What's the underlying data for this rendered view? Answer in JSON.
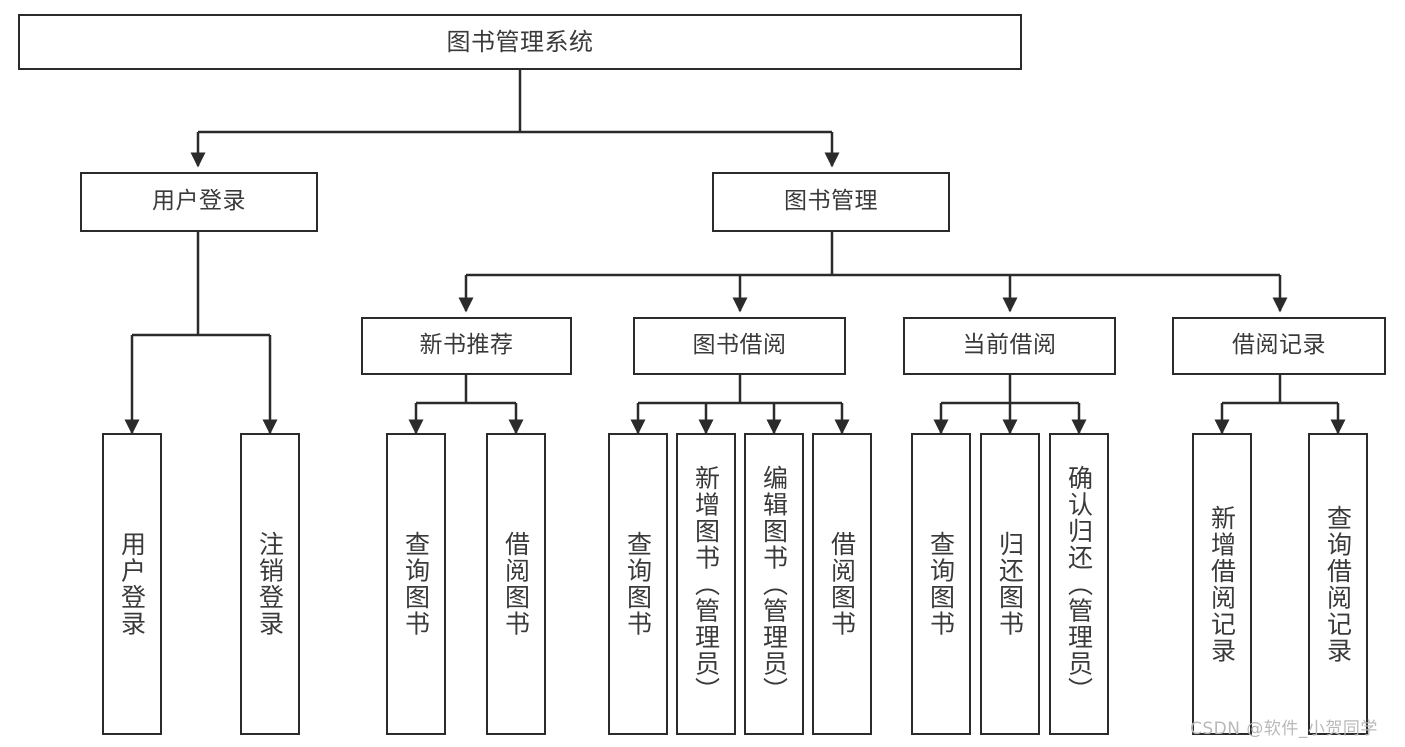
{
  "diagram": {
    "type": "tree-hierarchy-chart",
    "title": "图书管理系统",
    "watermark": "CSDN @软件_小贺同学",
    "colors": {
      "border": "#2b2b2b",
      "text": "#3a3a3a",
      "background": "#ffffff",
      "watermark": "#b9b9b9"
    },
    "nodes": {
      "root": {
        "label": "图书管理系统"
      },
      "level1": [
        {
          "id": "user-login",
          "label": "用户登录"
        },
        {
          "id": "book-management",
          "label": "图书管理"
        }
      ],
      "level2": [
        {
          "id": "new-book-recommend",
          "label": "新书推荐"
        },
        {
          "id": "book-borrow",
          "label": "图书借阅"
        },
        {
          "id": "current-borrow",
          "label": "当前借阅"
        },
        {
          "id": "borrow-record",
          "label": "借阅记录"
        }
      ],
      "leaves": {
        "user-login": [
          {
            "id": "leaf-user-login",
            "label": "用户登录"
          },
          {
            "id": "leaf-logout-login",
            "label": "注销登录"
          }
        ],
        "new-book-recommend": [
          {
            "id": "leaf-query-book-1",
            "label": "查询图书"
          },
          {
            "id": "leaf-borrow-book-1",
            "label": "借阅图书"
          }
        ],
        "book-borrow": [
          {
            "id": "leaf-query-book-2",
            "label": "查询图书"
          },
          {
            "id": "leaf-add-book",
            "label": "新增图书（管理员）"
          },
          {
            "id": "leaf-edit-book",
            "label": "编辑图书（管理员）"
          },
          {
            "id": "leaf-borrow-book-2",
            "label": "借阅图书"
          }
        ],
        "current-borrow": [
          {
            "id": "leaf-query-book-3",
            "label": "查询图书"
          },
          {
            "id": "leaf-return-book",
            "label": "归还图书"
          },
          {
            "id": "leaf-confirm-return",
            "label": "确认归还（管理员）"
          }
        ],
        "borrow-record": [
          {
            "id": "leaf-add-record",
            "label": "新增借阅记录"
          },
          {
            "id": "leaf-query-record",
            "label": "查询借阅记录"
          }
        ]
      }
    }
  }
}
